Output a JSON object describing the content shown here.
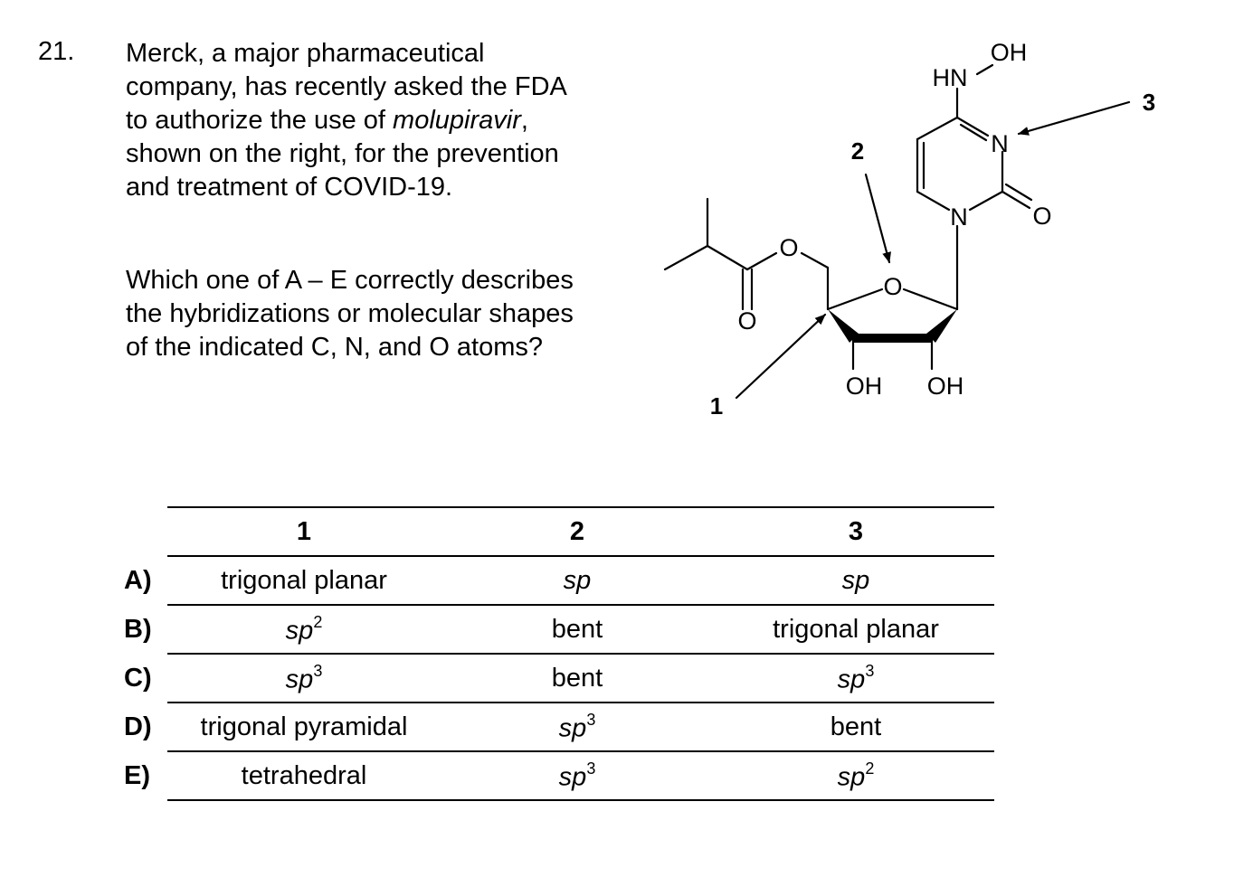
{
  "question": {
    "number": "21.",
    "intro": {
      "lines": [
        "Merck, a major pharmaceutical",
        "company, has recently asked the FDA",
        "to authorize the use of ",
        "shown on the right, for the prevention",
        "and treatment of COVID-19."
      ],
      "drug_name": "molupiravir",
      "after_drug": ","
    },
    "prompt_lines": [
      "Which one of A – E correctly describes",
      "the hybridizations or molecular shapes",
      "of the indicated C, N, and O atoms?"
    ]
  },
  "molecule": {
    "atom_labels": {
      "o_ester": "O",
      "o_carbonyl": "O",
      "o_ring": "O",
      "oh_left": "OH",
      "oh_right": "OH",
      "n1": "N",
      "n3": "N",
      "o_c2": "O",
      "hn": "HN",
      "oh_top": "OH"
    },
    "markers": {
      "m1": "1",
      "m2": "2",
      "m3": "3"
    }
  },
  "table": {
    "headers": [
      "1",
      "2",
      "3"
    ],
    "rows": [
      {
        "label": "A)",
        "c1": {
          "base": "trigonal planar",
          "sup": ""
        },
        "c2": {
          "base": "sp",
          "sup": ""
        },
        "c3": {
          "base": "sp",
          "sup": ""
        }
      },
      {
        "label": "B)",
        "c1": {
          "base": "sp",
          "sup": "2"
        },
        "c2": {
          "base": "bent",
          "sup": ""
        },
        "c3": {
          "base": "trigonal planar",
          "sup": ""
        }
      },
      {
        "label": "C)",
        "c1": {
          "base": "sp",
          "sup": "3"
        },
        "c2": {
          "base": "bent",
          "sup": ""
        },
        "c3": {
          "base": "sp",
          "sup": "3"
        }
      },
      {
        "label": "D)",
        "c1": {
          "base": "trigonal pyramidal",
          "sup": ""
        },
        "c2": {
          "base": "sp",
          "sup": "3"
        },
        "c3": {
          "base": "bent",
          "sup": ""
        }
      },
      {
        "label": "E)",
        "c1": {
          "base": "tetrahedral",
          "sup": ""
        },
        "c2": {
          "base": "sp",
          "sup": "3"
        },
        "c3": {
          "base": "sp",
          "sup": "2"
        }
      }
    ]
  }
}
